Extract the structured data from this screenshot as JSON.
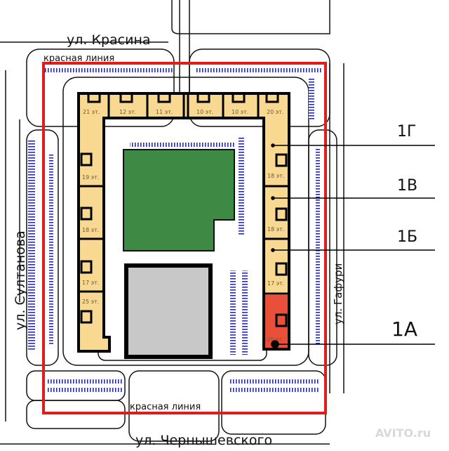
{
  "streets": {
    "top": "ул. Красина",
    "left": "ул. Султанова",
    "right": "ул. Гафури",
    "bottom": "ул. Чернышевского"
  },
  "red_line_label_top": "красная линия",
  "red_line_label_bottom": "красная линия",
  "top_row_floors": [
    "21 эт.",
    "12 эт.",
    "11 эт.",
    "10 эт.",
    "10 эт.",
    "20 эт."
  ],
  "left_column_floors": [
    "19 эт.",
    "18 эт.",
    "17 эт.",
    "25 эт."
  ],
  "right_column_floors": [
    "18 эт.",
    "18 эт.",
    "17 эт.",
    "25 эт."
  ],
  "sections": [
    "1Г",
    "1В",
    "1Б",
    "1А"
  ],
  "watermark": "AVITO.ru",
  "colors": {
    "building": "#f9d891",
    "highlight": "#e8503a",
    "green": "#3e8a45",
    "red_line": "#e21b1b",
    "parking": "#2b2ba0",
    "gray": "#c8c8c8"
  }
}
